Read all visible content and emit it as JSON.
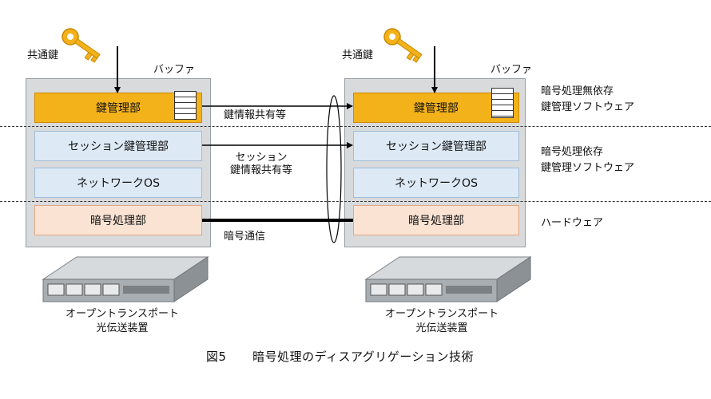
{
  "left_node": {
    "key_label": "共通鍵",
    "buffer_label": "バッファ",
    "key_management": "鍵管理部",
    "session_key_management": "セッション鍵管理部",
    "network_os": "ネットワークOS",
    "crypto_unit": "暗号処理部",
    "equipment_line1": "オープントランスポート",
    "equipment_line2": "光伝送装置"
  },
  "right_node": {
    "key_label": "共通鍵",
    "buffer_label": "バッファ",
    "key_management": "鍵管理部",
    "session_key_management": "セッション鍵管理部",
    "network_os": "ネットワークOS",
    "crypto_unit": "暗号処理部",
    "equipment_line1": "オープントランスポート",
    "equipment_line2": "光伝送装置"
  },
  "links": {
    "key_info_sharing": "鍵情報共有等",
    "session_line1": "セッション",
    "session_line2": "鍵情報共有等",
    "crypto_comm": "暗号通信"
  },
  "layers": {
    "independent_line1": "暗号処理無依存",
    "independent_line2": "鍵管理ソフトウェア",
    "dependent_line1": "暗号処理依存",
    "dependent_line2": "鍵管理ソフトウェア",
    "hardware": "ハードウェア"
  },
  "caption": {
    "figure_no": "図5",
    "title": "暗号処理のディスアグリゲーション技術"
  },
  "colors": {
    "key_gold": "#f3b21a",
    "panel_gray": "#d9dadb",
    "session_blue": "#dde9f5",
    "crypto_peach": "#fbe3d3"
  }
}
